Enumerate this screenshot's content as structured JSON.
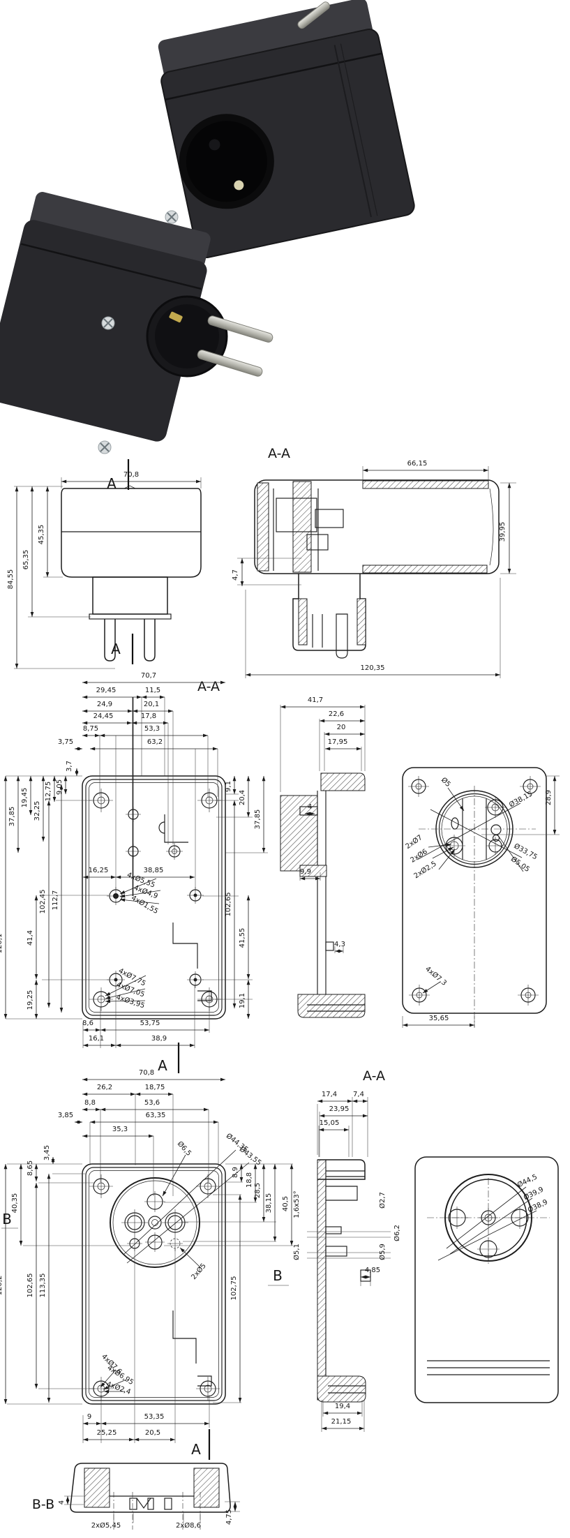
{
  "page": {
    "background": "#ffffff",
    "line_color": "#1c1c1c",
    "label_color": "#151515"
  },
  "photo": {
    "case_color": "#2a2a2e",
    "case_top_color": "#3b3b40",
    "socket_color": "#0b0b0c",
    "pin_metal_color": "#b9b9b1",
    "brass_color": "#c2a94e",
    "screw_color": "#d7dbdd"
  },
  "r1": {
    "mark": "A",
    "front": {
      "w": "70,8",
      "h1": "84,55",
      "h2": "65,35",
      "h3": "45,35"
    },
    "sec": {
      "label": "A-A",
      "w": "66,15",
      "h": "39,95",
      "off": "4,7",
      "w2": "120,35"
    }
  },
  "r2": {
    "label": "A-A",
    "plan": {
      "top": [
        "70,7",
        "29,45",
        "11,5",
        "24,9",
        "20,1",
        "24,45",
        "17,8",
        "8,75",
        "53,3",
        "3,75",
        "63,2",
        "3,7"
      ],
      "left": [
        "37,85",
        "19,45",
        "12,75",
        "9,05",
        "32,25",
        "120,1",
        "102,45",
        "112,7",
        "41,4",
        "19,25"
      ],
      "right": [
        "9,1",
        "20,4",
        "37,85",
        "102,65",
        "41,55",
        "19,1"
      ],
      "inner": [
        "16,25",
        "38,85"
      ],
      "holes_top": [
        "4xØ5,55",
        "4xØ4,9",
        "4xØ1,55"
      ],
      "holes_bottom": [
        "4xØ7,75",
        "4xØ7,05",
        "4xØ3,95"
      ],
      "bottom": [
        "8,6",
        "53,75",
        "16,1",
        "38,9"
      ]
    },
    "sec": {
      "d": [
        "41,7",
        "22,6",
        "20",
        "17,95",
        "4",
        "9,9",
        "4,3"
      ]
    },
    "rear": {
      "c": [
        "Ø5",
        "Ø38,15",
        "Ø33,75",
        "Ø5,05",
        "2xØ7",
        "2xØ6",
        "2xØ2,5",
        "4xØ7,3"
      ],
      "d": [
        "28,9",
        "35,65"
      ]
    }
  },
  "r3": {
    "mark_a": "A",
    "mark_b": "B",
    "label": "A-A",
    "plan": {
      "top": [
        "70,8",
        "26,2",
        "18,75",
        "8,8",
        "53,6",
        "3,85",
        "63,35",
        "35,3"
      ],
      "left": [
        "3,45",
        "8,65",
        "40,35",
        "120,2",
        "102,65",
        "113,35"
      ],
      "right": [
        "8,9",
        "18,8",
        "28,5",
        "38,15",
        "40,5",
        "102,75"
      ],
      "call": [
        "Ø6,5",
        "Ø44,35",
        "Ø43,55",
        "2xØ5",
        "4xØ7,6",
        "4xØ6,95",
        "4xØ2,4"
      ],
      "bottom": [
        "9",
        "53,35",
        "25,25",
        "20,5"
      ]
    },
    "sec": {
      "d": [
        "17,4",
        "7,4",
        "23,95",
        "15,05",
        "1,6x53°",
        "Ø2,7",
        "Ø6,2",
        "Ø5,9",
        "Ø5,1",
        "4,85",
        "19,4",
        "21,15"
      ]
    },
    "rear": {
      "c": [
        "Ø44,5",
        "Ø39,9",
        "Ø38,9"
      ]
    }
  },
  "r4": {
    "label": "B-B",
    "d": [
      "4",
      "4,75",
      "2xØ5,45",
      "2xØ8,6"
    ]
  }
}
